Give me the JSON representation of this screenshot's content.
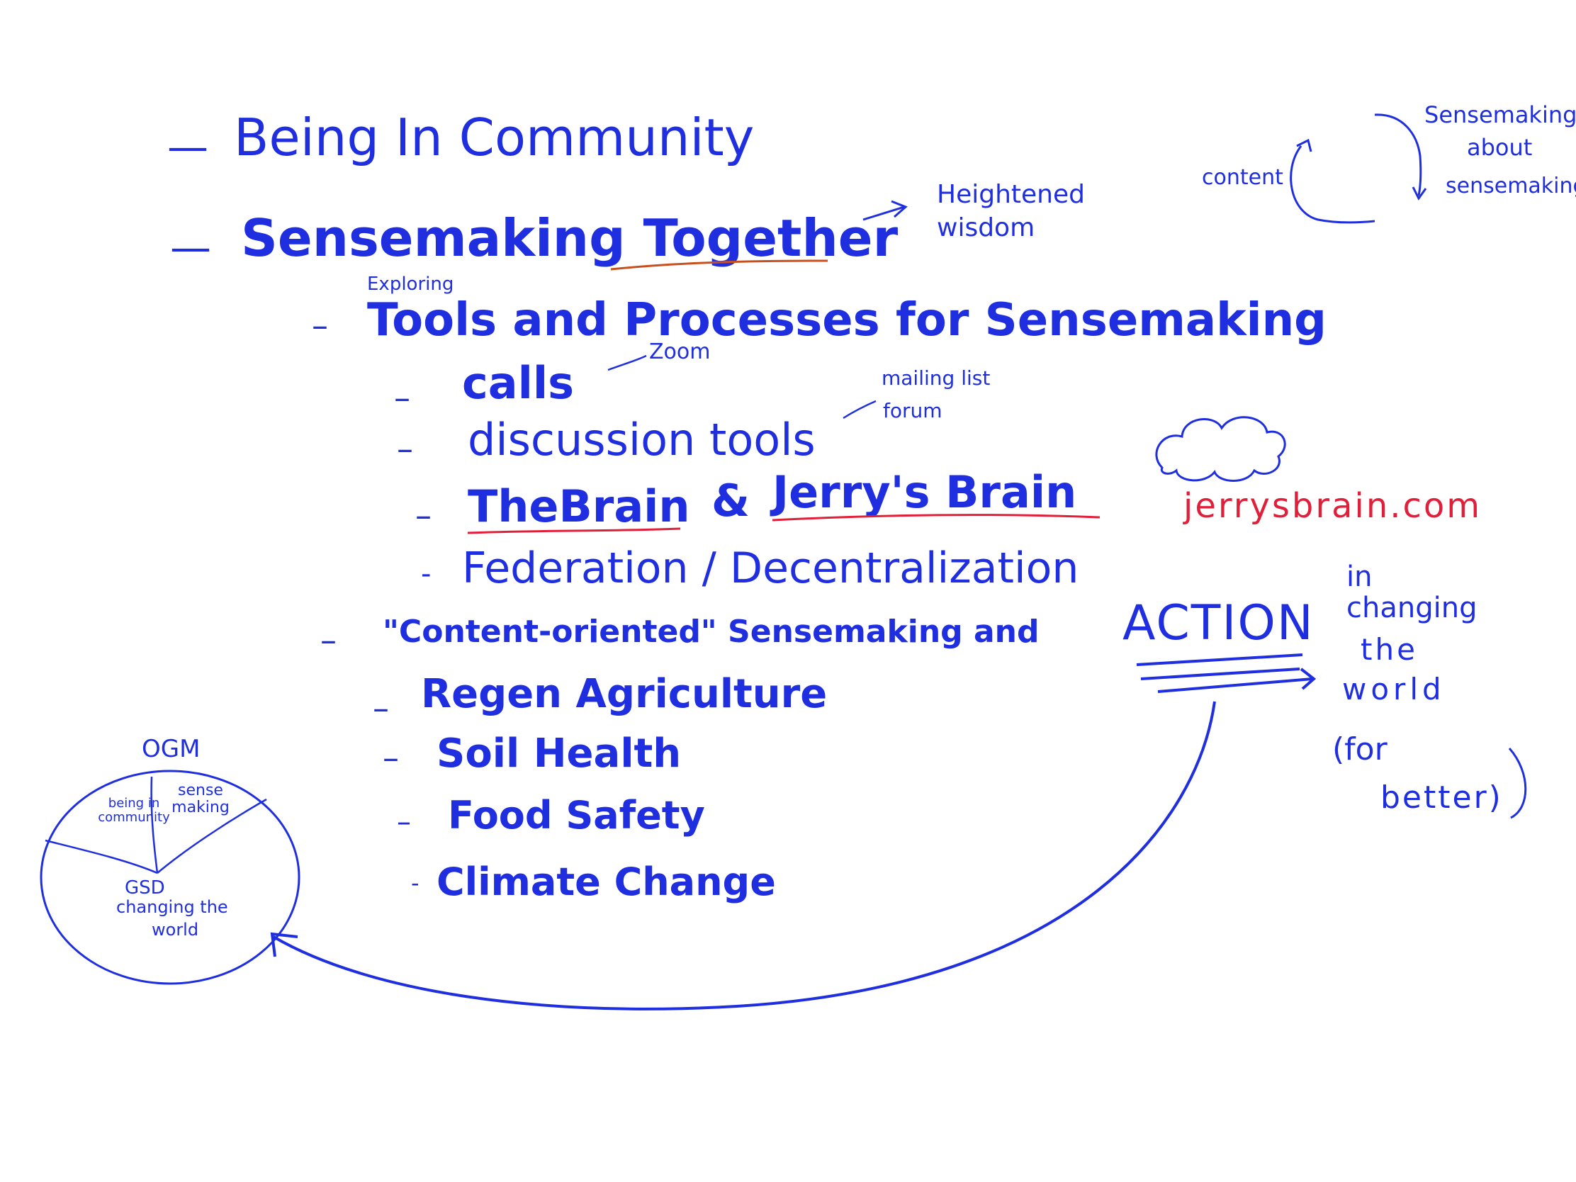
{
  "colors": {
    "ink_blue": "#1f2fe0",
    "ink_red": "#e0203a",
    "underline_orange": "#c8501e",
    "background": "#ffffff"
  },
  "outline": {
    "item1": "Being In Community",
    "item2": "Sensemaking Together",
    "item2_note": "Heightened wisdom",
    "tools_prefix": "Exploring",
    "tools_heading": "Tools and Processes for Sensemaking",
    "calls": "calls",
    "calls_note": "Zoom",
    "discussion": "discussion tools",
    "discussion_note_1": "mailing list",
    "discussion_note_2": "forum",
    "brain_1": "TheBrain",
    "brain_amp": "&",
    "brain_2": "Jerry's Brain",
    "brain_url": "jerrysbrain.com",
    "federation": "Federation / Decentralization",
    "content_heading": "\"Content-oriented\" Sensemaking and",
    "action": "ACTION",
    "regen": "Regen Agriculture",
    "soil": "Soil Health",
    "food": "Food Safety",
    "climate": "Climate Change"
  },
  "side_note": {
    "line1": "in",
    "line2": "changing",
    "line3": "the",
    "line4": "world",
    "line5": "(for",
    "line6": "better)"
  },
  "corner_note": {
    "left": "content",
    "right_1": "Sensemaking",
    "right_2": "about",
    "right_3": "sensemaking"
  },
  "ogm_diagram": {
    "title": "OGM",
    "segment_1": "being in community",
    "segment_2": "sense making",
    "segment_3_line1": "GSD",
    "segment_3_line2": "changing the",
    "segment_3_line3": "world"
  }
}
